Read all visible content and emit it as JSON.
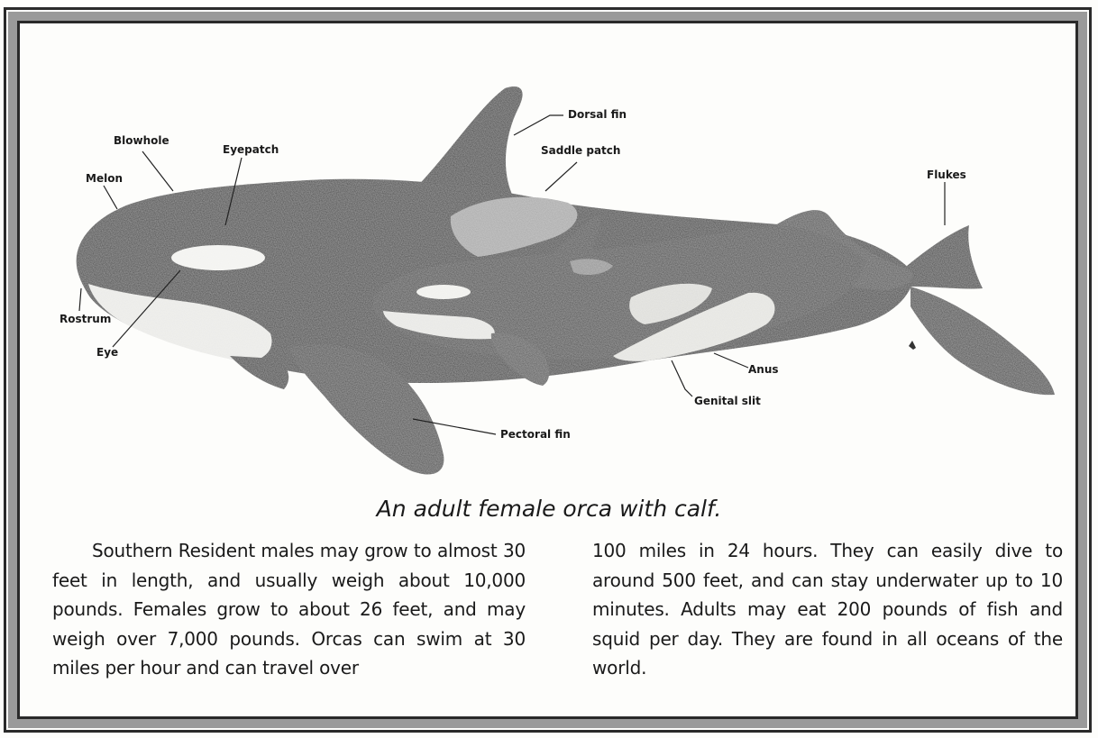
{
  "labels": {
    "blowhole": "Blowhole",
    "melon": "Melon",
    "eyepatch": "Eyepatch",
    "rostrum": "Rostrum",
    "eye": "Eye",
    "dorsal_fin": "Dorsal fin",
    "saddle_patch": "Saddle patch",
    "flukes": "Flukes",
    "anus": "Anus",
    "genital_slit": "Genital slit",
    "pectoral_fin": "Pectoral fin"
  },
  "caption": "An adult female orca with calf.",
  "paragraph_left": "Southern Resident males may grow to almost 30 feet in length, and usually weigh about 10,000 pounds. Females grow to about 26 feet, and may weigh over 7,000 pounds. Orcas can swim at 30 miles per hour and can travel over",
  "paragraph_right": "100 miles in 24 hours.  They can easily dive to around 500 feet, and can stay underwater up to 10 minutes. Adults may eat 200 pounds of fish and squid per day. They are found in all oceans of the world.",
  "colors": {
    "body_dark": "#2b2b2b",
    "patch_light": "#e9e9e6",
    "saddle_grey": "#9d9d9d",
    "frame_grey": "#9a9a9a"
  }
}
